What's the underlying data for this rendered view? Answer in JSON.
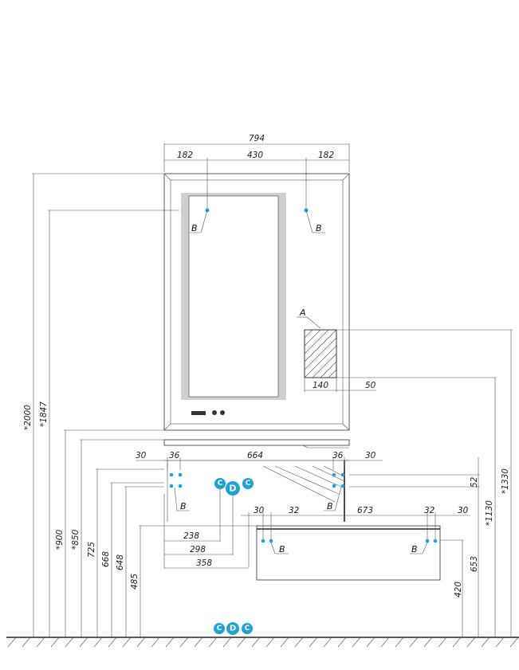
{
  "dimensions": {
    "width_total": "794",
    "w_left": "182",
    "w_mid": "430",
    "w_right": "182",
    "h_2000": "*2000",
    "h_1847": "*1847",
    "h_900": "*900",
    "h_850": "*850",
    "h_725": "725",
    "h_668": "668",
    "h_648": "648",
    "h_485": "485",
    "h_1330": "*1330",
    "h_1130": "*1130",
    "h_653": "653",
    "h_420": "420",
    "h_52": "52",
    "w_30a": "30",
    "w_36a": "36",
    "w_664": "664",
    "w_36b": "36",
    "w_30b": "30",
    "w_30c": "30",
    "w_32a": "32",
    "w_673": "673",
    "w_32b": "32",
    "w_30d": "30",
    "w_238": "238",
    "w_298": "298",
    "w_358": "358",
    "w_140": "140",
    "w_50": "50"
  },
  "labels": {
    "a": "A",
    "b": "B"
  },
  "markers": {
    "c": "C",
    "d": "D"
  },
  "colors": {
    "marker_blue": "#1fa3d6",
    "glow": "#c8c8c8",
    "line": "#333333"
  }
}
